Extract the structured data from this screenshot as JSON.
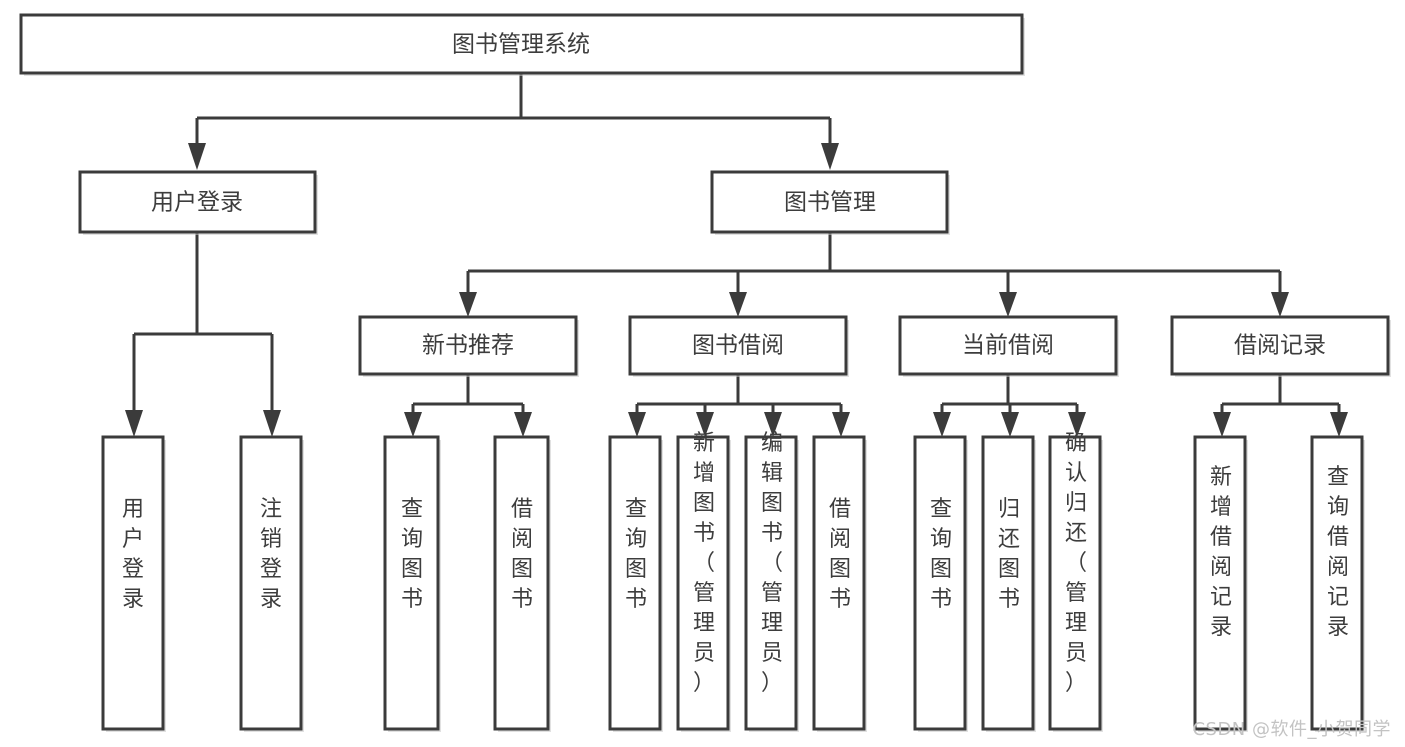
{
  "diagram": {
    "title": "图书管理系统",
    "type": "tree",
    "watermark": "CSDN @软件_小贺同学",
    "colors": {
      "stroke": "#3b3b3b",
      "box_fill": "#ffffff",
      "text": "#3d3d3d",
      "watermark": "#c3c3c3",
      "background": "#ffffff"
    },
    "root": {
      "label": "图书管理系统",
      "orientation": "horizontal"
    },
    "level2": [
      {
        "label": "用户登录",
        "orientation": "horizontal"
      },
      {
        "label": "图书管理",
        "orientation": "horizontal"
      }
    ],
    "level3": [
      {
        "label": "新书推荐",
        "orientation": "horizontal",
        "parent": "图书管理"
      },
      {
        "label": "图书借阅",
        "orientation": "horizontal",
        "parent": "图书管理"
      },
      {
        "label": "当前借阅",
        "orientation": "horizontal",
        "parent": "图书管理"
      },
      {
        "label": "借阅记录",
        "orientation": "horizontal",
        "parent": "图书管理"
      }
    ],
    "leaves": {
      "用户登录": [
        {
          "label": "用户登录",
          "orientation": "vertical"
        },
        {
          "label": "注销登录",
          "orientation": "vertical"
        }
      ],
      "新书推荐": [
        {
          "label": "查询图书",
          "orientation": "vertical"
        },
        {
          "label": "借阅图书",
          "orientation": "vertical"
        }
      ],
      "图书借阅": [
        {
          "label": "查询图书",
          "orientation": "vertical"
        },
        {
          "label": "新增图书（管理员）",
          "orientation": "vertical"
        },
        {
          "label": "编辑图书（管理员）",
          "orientation": "vertical"
        },
        {
          "label": "借阅图书",
          "orientation": "vertical"
        }
      ],
      "当前借阅": [
        {
          "label": "查询图书",
          "orientation": "vertical"
        },
        {
          "label": "归还图书",
          "orientation": "vertical"
        },
        {
          "label": "确认归还（管理员）",
          "orientation": "vertical"
        }
      ],
      "借阅记录": [
        {
          "label": "新增借阅记录",
          "orientation": "vertical"
        },
        {
          "label": "查询借阅记录",
          "orientation": "vertical"
        }
      ]
    }
  }
}
